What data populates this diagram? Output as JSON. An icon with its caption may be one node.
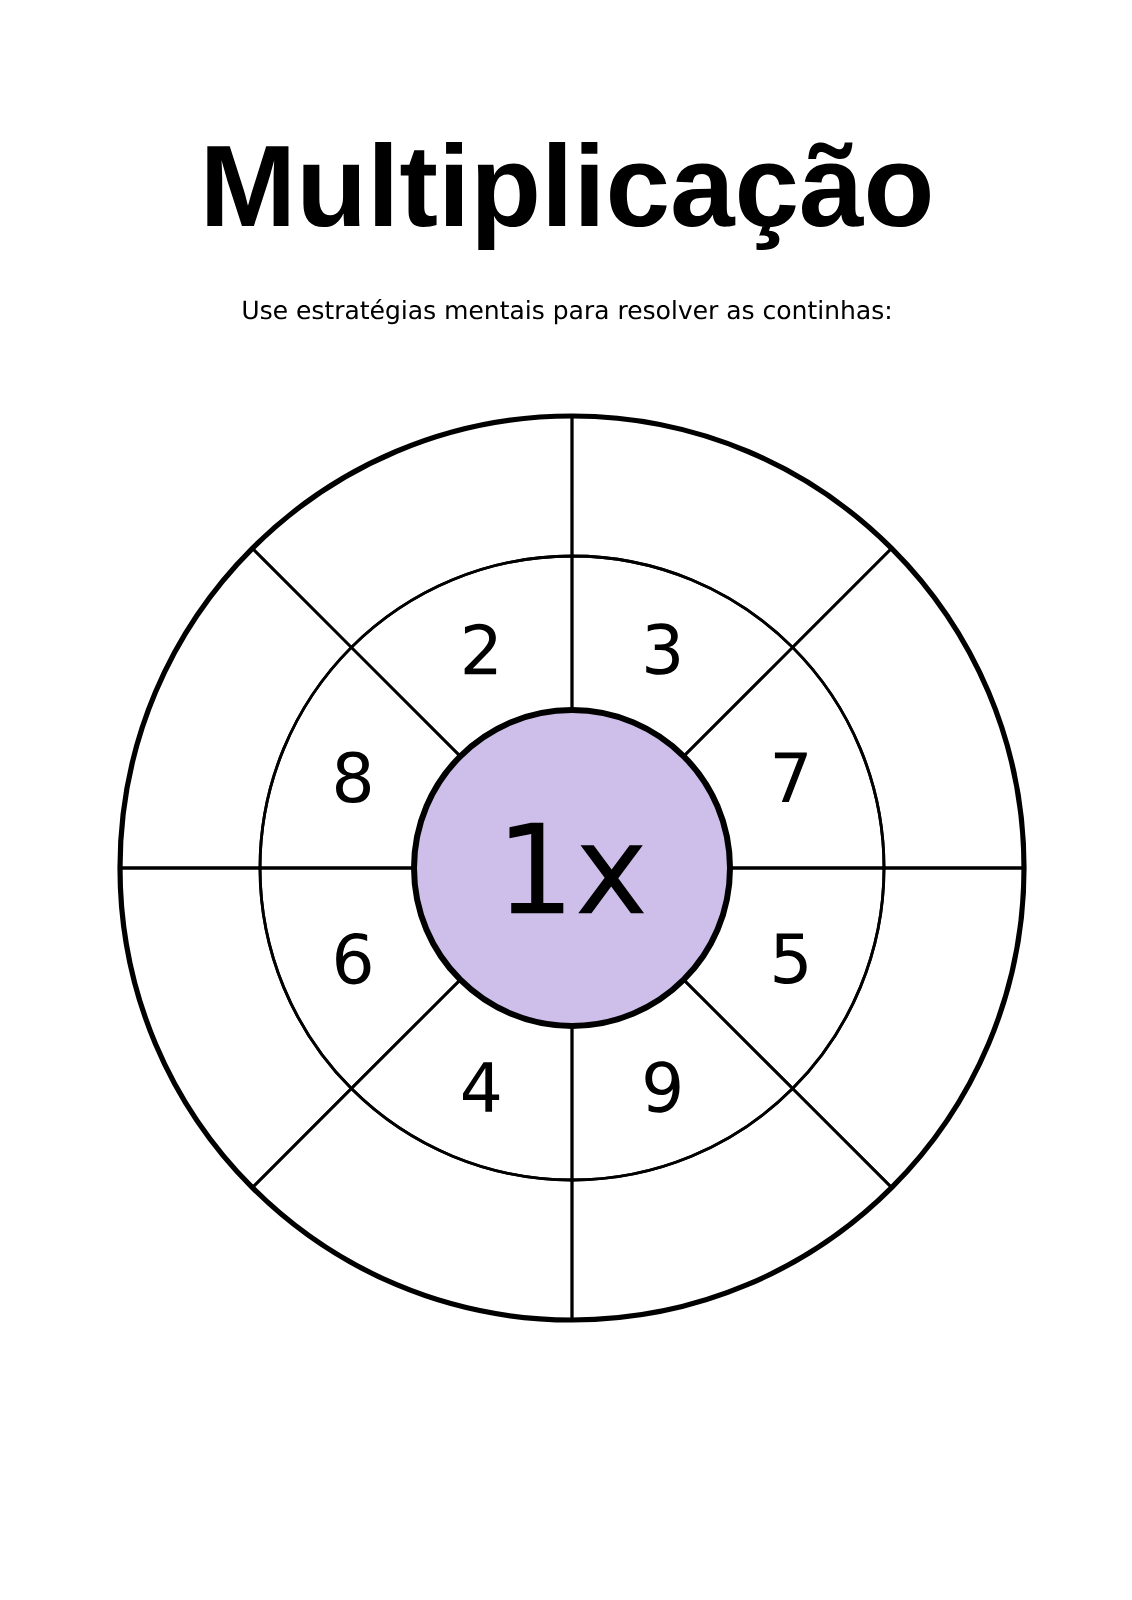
{
  "diagram": {
    "title": "Multiplicação",
    "nodes": [
      {
        "text": [
          "1x"
        ]
      },
      {
        "text": [
          "2"
        ]
      },
      {
        "text": [
          "3"
        ]
      },
      {
        "text": [
          "7"
        ]
      },
      {
        "text": [
          "5"
        ]
      },
      {
        "text": [
          "9"
        ]
      },
      {
        "text": [
          "4"
        ]
      },
      {
        "text": [
          "6"
        ]
      },
      {
        "text": [
          "8"
        ]
      },
      {
        "text": [],
        "shape": "sector"
      },
      {
        "text": [],
        "shape": "sector"
      },
      {
        "text": [],
        "shape": "sector"
      },
      {
        "text": [],
        "shape": "sector"
      },
      {
        "text": [],
        "shape": "sector"
      },
      {
        "text": [],
        "shape": "sector"
      },
      {
        "text": [],
        "shape": "sector"
      },
      {
        "text": [],
        "shape": "sector"
      }
    ],
    "labels": [
      "Use estratégias mentais para resolver as continhas:"
    ]
  }
}
